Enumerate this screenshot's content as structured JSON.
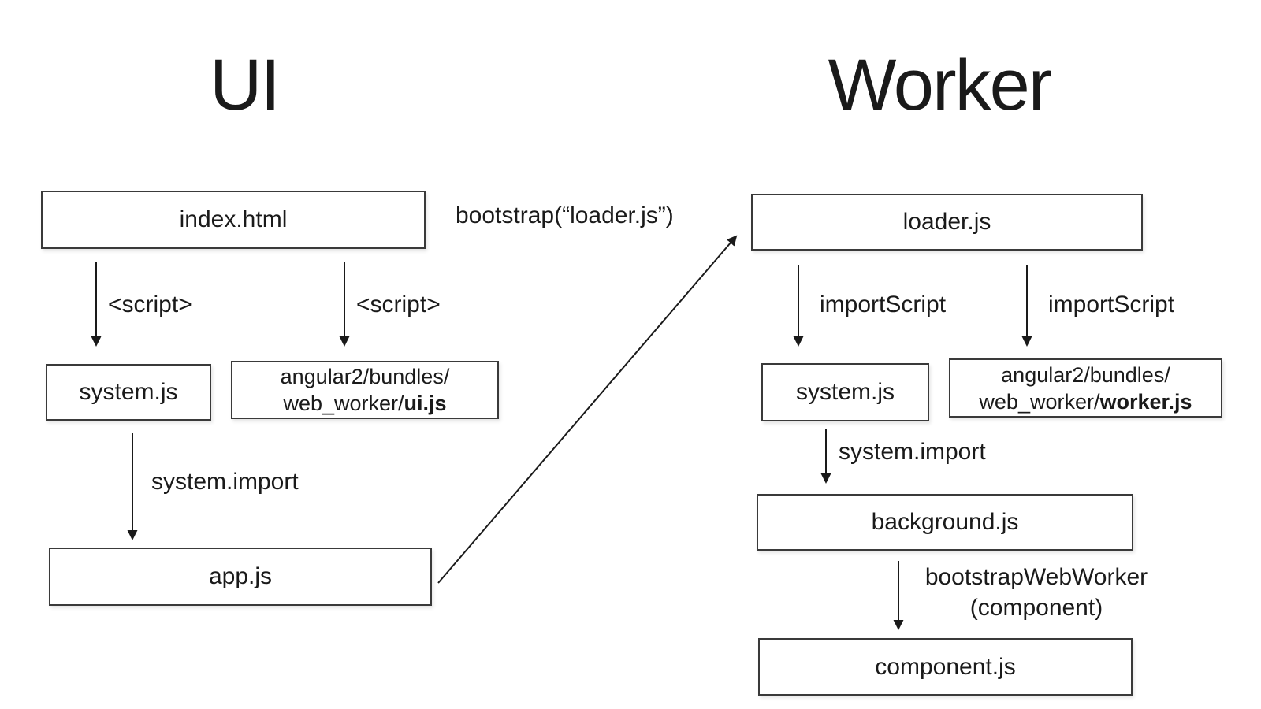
{
  "ui_panel": {
    "title": "UI",
    "index_box": "index.html",
    "script_left": "<script>",
    "script_right": "<script>",
    "system_box": "system.js",
    "bundle_line1": "angular2/bundles/",
    "bundle_line2_prefix": "web_worker/",
    "bundle_line2_bold": "ui.js",
    "system_import": "system.import",
    "app_box": "app.js"
  },
  "bridge": {
    "bootstrap_call": "bootstrap(“loader.js”)"
  },
  "worker_panel": {
    "title": "Worker",
    "loader_box": "loader.js",
    "import_script_left": "importScript",
    "import_script_right": "importScript",
    "system_box": "system.js",
    "bundle_line1": "angular2/bundles/",
    "bundle_line2_prefix": "web_worker/",
    "bundle_line2_bold": "worker.js",
    "system_import": "system.import",
    "background_box": "background.js",
    "bootstrap_web_worker_line1": "bootstrapWebWorker",
    "bootstrap_web_worker_line2": "(component)",
    "component_box": "component.js"
  },
  "colors": {
    "background": "#ffffff",
    "text": "#1a1a1a",
    "box_border": "#3a3a3a",
    "arrow": "#1a1a1a"
  }
}
